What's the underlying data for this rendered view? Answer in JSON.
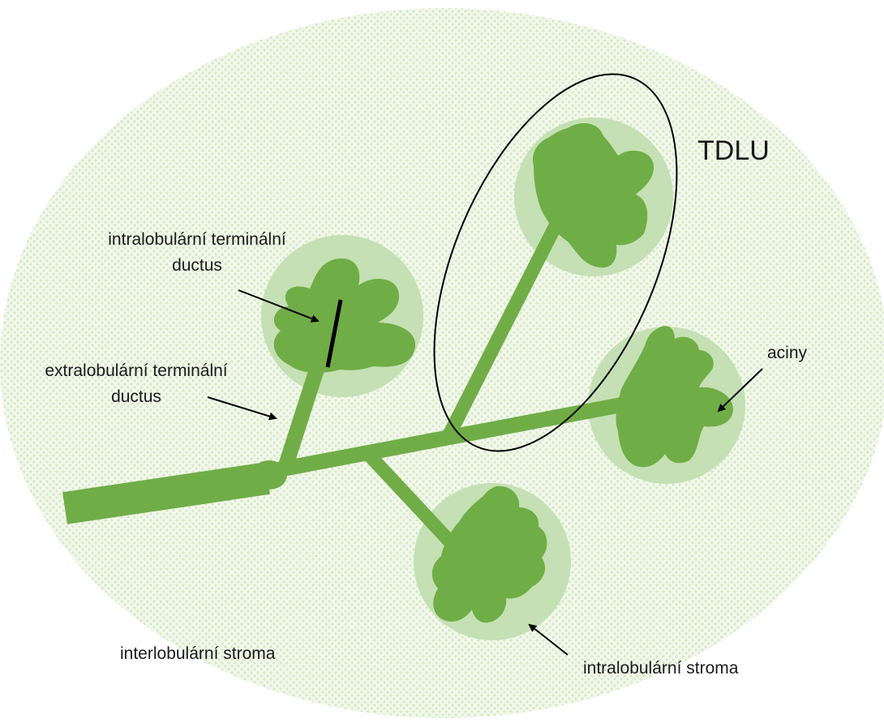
{
  "labels": {
    "tdlu": "TDLU",
    "intralobular_ductus_line1": "intralobulární terminální",
    "intralobular_ductus_line2": "ductus",
    "extralobular_ductus_line1": "extralobulární terminální",
    "extralobular_ductus_line2": "ductus",
    "aciny": "aciny",
    "interlobular_stroma": "interlobulární stroma",
    "intralobular_stroma": "intralobulární stroma"
  },
  "colors": {
    "background_dots": "#dfeccf",
    "stroma_circle": "#c5e0b4",
    "duct_green": "#70ad47",
    "outline": "#000000"
  }
}
